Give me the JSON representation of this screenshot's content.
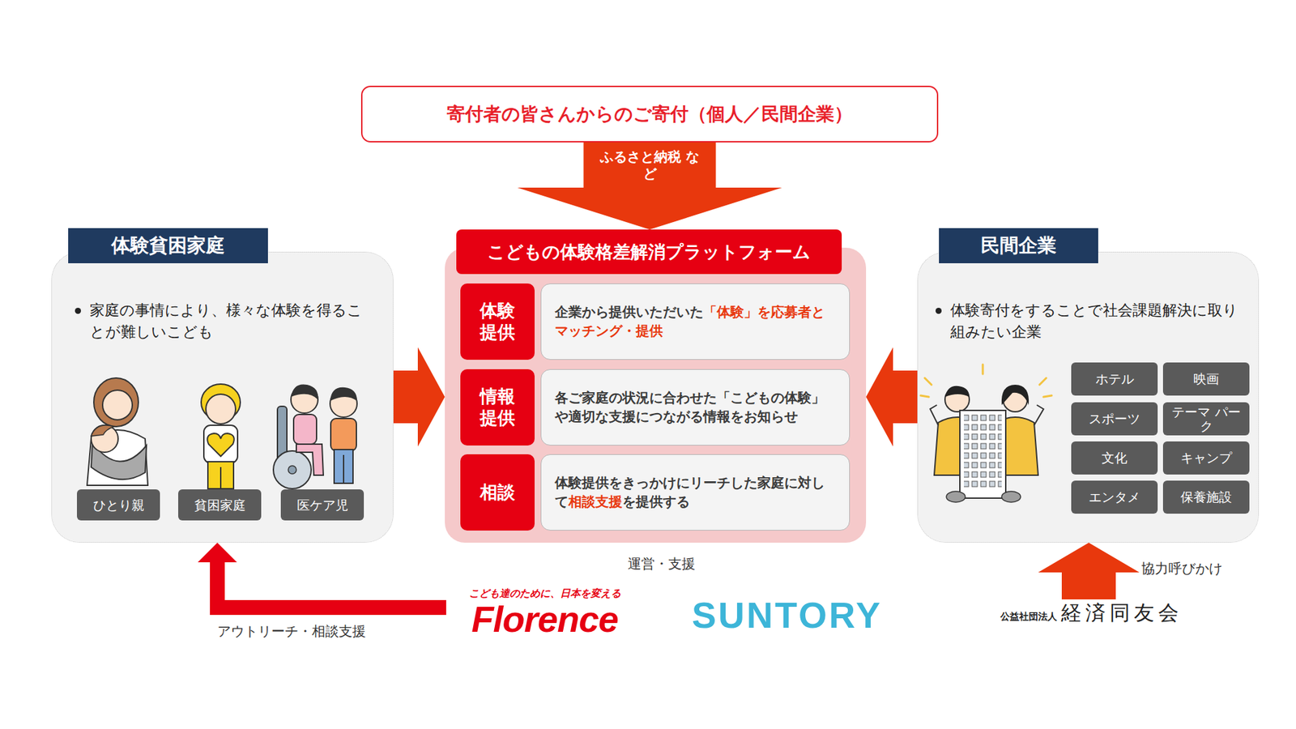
{
  "diagram": {
    "nodes": [
      {
        "text": [
          "寄付者の皆さんからのご寄付（個人／民間企業）"
        ]
      },
      {
        "text": [
          "体験貧困家庭",
          "家庭の事情により、様々な体験を得ることが難しいこども"
        ]
      },
      {
        "text": [
          "ひとり親"
        ],
        "in": 1
      },
      {
        "text": [
          "貧困家庭"
        ],
        "in": 1
      },
      {
        "text": [
          "医ケア児"
        ],
        "in": 1
      },
      {
        "text": [
          "こどもの体験格差解消プラットフォーム"
        ]
      },
      {
        "text": [
          "体験提供"
        ],
        "in": 5
      },
      {
        "text": [
          "企業から提供いただいた",
          "「体験」を応募者とマッチング・提供"
        ],
        "in": 5
      },
      {
        "text": [
          "情報提供"
        ],
        "in": 5
      },
      {
        "text": [
          "各ご家庭の状況に合わせた「こどもの体験」や適切な支援につながる情報をお知らせ"
        ],
        "in": 5
      },
      {
        "text": [
          "相談"
        ],
        "in": 5
      },
      {
        "text": [
          "体験提供をきっかけにリーチした家庭に対して",
          "相談支援",
          "を提供する"
        ],
        "in": 5
      },
      {
        "text": [
          "民間企業",
          "体験寄付をすることで社会課題解決に取り組みたい企業"
        ]
      },
      {
        "text": [
          "ホテル"
        ],
        "in": 12
      },
      {
        "text": [
          "映画"
        ],
        "in": 12
      },
      {
        "text": [
          "スポーツ"
        ],
        "in": 12
      },
      {
        "text": [
          "テーマ パーク"
        ],
        "in": 12
      },
      {
        "text": [
          "文化"
        ],
        "in": 12
      },
      {
        "text": [
          "キャンプ"
        ],
        "in": 12
      },
      {
        "text": [
          "エンタメ"
        ],
        "in": 12
      },
      {
        "text": [
          "保養施設"
        ],
        "in": 12
      },
      {
        "text": [
          "こども達のために、日本を変える",
          "Florence"
        ]
      },
      {
        "text": [
          "SUNTORY"
        ]
      },
      {
        "text": [
          "公益社団法人",
          "経済同友会"
        ]
      }
    ],
    "edges": [
      {
        "from": 0,
        "to": 5,
        "label": "ふるさと納税 など",
        "arrow": "to"
      },
      {
        "from": 1,
        "to": 5,
        "arrow": "to"
      },
      {
        "from": 12,
        "to": 5,
        "arrow": "to"
      },
      {
        "from": 21,
        "to": 1,
        "label": "アウトリーチ・相談支援",
        "arrow": "to"
      },
      {
        "from": 23,
        "to": 12,
        "label": "協力呼びかけ",
        "arrow": "to"
      }
    ],
    "labels": [
      "運営・支援"
    ]
  }
}
